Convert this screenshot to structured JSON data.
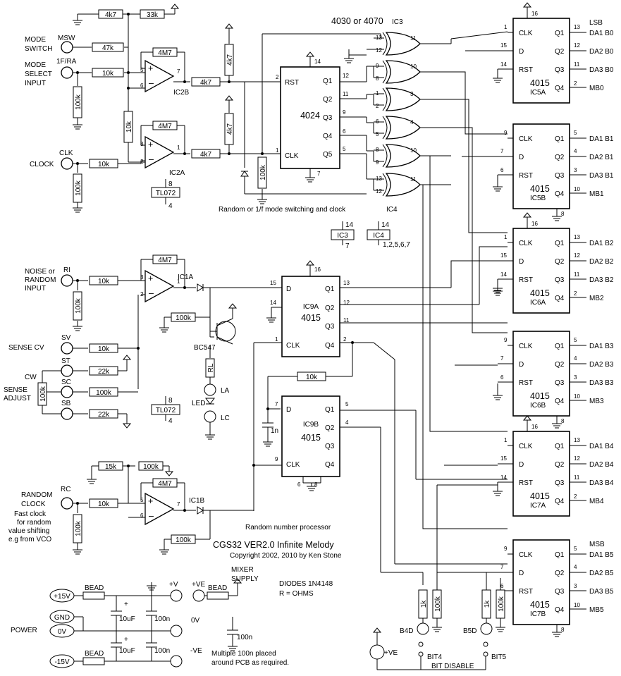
{
  "title": "CGS32 VER2.0 Infinite Melody",
  "copyright": "Copyright 2002, 2010 by Ken Stone",
  "notes": {
    "diodes": "DIODES 1N4148",
    "ohms": "R = OHMS",
    "mode_caption": "Random or 1/f mode switching and clock",
    "processor_caption": "Random number processor",
    "bypass": [
      "Multiple 100n placed",
      "around PCB as required."
    ],
    "gate_choice": "4030 or 4070",
    "bit_disable": "BIT DISABLE",
    "mixer_supply": [
      "MIXER",
      "SUPPLY"
    ]
  },
  "inputs": {
    "mode_switch": [
      "MODE",
      "SWITCH"
    ],
    "mode_select": [
      "MODE",
      "SELECT",
      "INPUT"
    ],
    "clock": "CLOCK",
    "noise": [
      "NOISE or",
      "RANDOM",
      "INPUT"
    ],
    "sense_cv": "SENSE CV",
    "sense_adjust": [
      "SENSE",
      "ADJUST"
    ],
    "random_clock": [
      "RANDOM",
      "CLOCK",
      "Fast clock",
      "for random",
      "value shifting",
      "e.g from VCO"
    ],
    "power": "POWER"
  },
  "jacks": [
    "MSW",
    "1F/RA",
    "CLK",
    "RI",
    "SV",
    "ST",
    "SC",
    "SB",
    "RC",
    "CW"
  ],
  "power_pads": [
    "+15V",
    "GND",
    "0V",
    "-15V",
    "+V",
    "+VE",
    "0V",
    "-VE",
    "+VE"
  ],
  "resistors": {
    "r_4k7_top": "4k7",
    "r_33k": "33k",
    "r_47k": "47k",
    "r_10k_msel": "10k",
    "r_100k_msel": "100k",
    "r_4m7_2b": "4M7",
    "r_4k7_2b_out": "4k7",
    "r_4k7_rst": "4k7",
    "r_10k_div": "10k",
    "r_4m7_2a": "4M7",
    "r_4k7_2a_out": "4k7",
    "r_4k7_clk": "4k7",
    "r_100k_clk_pd": "100k",
    "r_10k_clk": "10k",
    "r_100k_clk": "100k",
    "r_4m7_1a": "4M7",
    "r_10k_ri": "10k",
    "r_100k_ri": "100k",
    "r_100k_1a": "100k",
    "r_10k_sv": "10k",
    "r_22k_st": "22k",
    "r_100k_sc": "100k",
    "r_22k_sb": "22k",
    "pot": "100k",
    "rl": "RL",
    "r_10k_fb": "10k",
    "r_15k": "15k",
    "r_100k_rc_top": "100k",
    "r_4m7_1b": "4M7",
    "r_10k_rc": "10k",
    "r_100k_rc": "100k",
    "r_100k_1b": "100k",
    "r_1k_b4": "1k",
    "r_100k_b4": "100k",
    "r_1k_b5": "1k",
    "r_100k_b5": "100k"
  },
  "opamps": {
    "ic2b": "IC2B",
    "ic2a": "IC2A",
    "ic1a": "IC1A",
    "ic1b": "IC1B"
  },
  "power_boxes": [
    {
      "name": "TL072",
      "vp": "8",
      "vn": "4"
    },
    {
      "name": "TL072",
      "vp": "8",
      "vn": "4"
    },
    {
      "name": "IC3",
      "vp": "14",
      "vn": "7"
    },
    {
      "name": "IC4",
      "vp": "14",
      "vn": "1,2,5,6,7"
    }
  ],
  "counter": {
    "name": "4024",
    "pins": [
      "RST",
      "CLK",
      "Q1",
      "Q2",
      "Q3",
      "Q4",
      "Q5"
    ],
    "pin_nums": [
      "2",
      "1",
      "12",
      "11",
      "9",
      "6",
      "5",
      "14",
      "7"
    ]
  },
  "xor_labels": {
    "ic3": "IC3",
    "ic4": "IC4"
  },
  "xor_pins": [
    [
      "13",
      "12",
      "11"
    ],
    [
      "9",
      "8",
      "10"
    ],
    [
      "1",
      "2",
      "3"
    ],
    [
      "6",
      "5",
      "4"
    ],
    [
      "8",
      "9",
      "10"
    ],
    [
      "13",
      "12",
      "11"
    ]
  ],
  "ic9a": {
    "name": "IC9A",
    "part": "4015",
    "pins": [
      "D",
      "CLK",
      "Q1",
      "Q2",
      "Q3",
      "Q4"
    ],
    "pin_nums": [
      "15",
      "14",
      "1",
      "13",
      "12",
      "11",
      "2",
      "16"
    ]
  },
  "ic9b": {
    "name": "IC9B",
    "part": "4015",
    "pins": [
      "D",
      "CLK",
      "Q1",
      "Q2",
      "Q3",
      "Q4"
    ],
    "pin_nums": [
      "7",
      "9",
      "5",
      "4",
      "6",
      "8"
    ]
  },
  "cap_1n": "1n",
  "transistor": "BC547",
  "led": {
    "label": "LED",
    "a": "LA",
    "c": "LC"
  },
  "shift_registers": [
    {
      "name": "IC5A",
      "pins": {
        "clk": "1",
        "d": "15",
        "rst": "14",
        "q1": "13",
        "q2": "12",
        "q3": "11",
        "q4": "2",
        "vcc": "16"
      },
      "outs": [
        "DA1 B0",
        "DA2 B0",
        "DA3 B0",
        "MB0"
      ],
      "top": "LSB"
    },
    {
      "name": "IC5B",
      "pins": {
        "clk": "9",
        "d": "7",
        "rst": "6",
        "q1": "5",
        "q2": "4",
        "q3": "3",
        "q4": "10",
        "gnd": "8"
      },
      "outs": [
        "DA1 B1",
        "DA2 B1",
        "DA3 B1",
        "MB1"
      ],
      "top": ""
    },
    {
      "name": "IC6A",
      "pins": {
        "clk": "1",
        "d": "15",
        "rst": "14",
        "q1": "13",
        "q2": "12",
        "q3": "11",
        "q4": "2",
        "vcc": "16"
      },
      "outs": [
        "DA1 B2",
        "DA2 B2",
        "DA3 B2",
        "MB2"
      ],
      "top": ""
    },
    {
      "name": "IC6B",
      "pins": {
        "clk": "9",
        "d": "7",
        "rst": "6",
        "q1": "5",
        "q2": "4",
        "q3": "3",
        "q4": "10",
        "gnd": "8"
      },
      "outs": [
        "DA1 B3",
        "DA2 B3",
        "DA3 B3",
        "MB3"
      ],
      "top": ""
    },
    {
      "name": "IC7A",
      "pins": {
        "clk": "1",
        "d": "15",
        "rst": "14",
        "q1": "13",
        "q2": "12",
        "q3": "11",
        "q4": "2",
        "vcc": "16"
      },
      "outs": [
        "DA1 B4",
        "DA2 B4",
        "DA3 B4",
        "MB4"
      ],
      "top": ""
    },
    {
      "name": "IC7B",
      "pins": {
        "clk": "9",
        "d": "7",
        "rst": "6",
        "q1": "5",
        "q2": "4",
        "q3": "3",
        "q4": "10",
        "gnd": "8"
      },
      "outs": [
        "DA1 B5",
        "DA2 B5",
        "DA3 B5",
        "MB5"
      ],
      "top": "MSB"
    }
  ],
  "shift_part": "4015",
  "supply": {
    "bead": "BEAD",
    "c10u": "10uF",
    "c100n": "100n"
  },
  "bit_pads": [
    "B4D",
    "BIT4",
    "B5D",
    "BIT5"
  ],
  "plus": "+"
}
